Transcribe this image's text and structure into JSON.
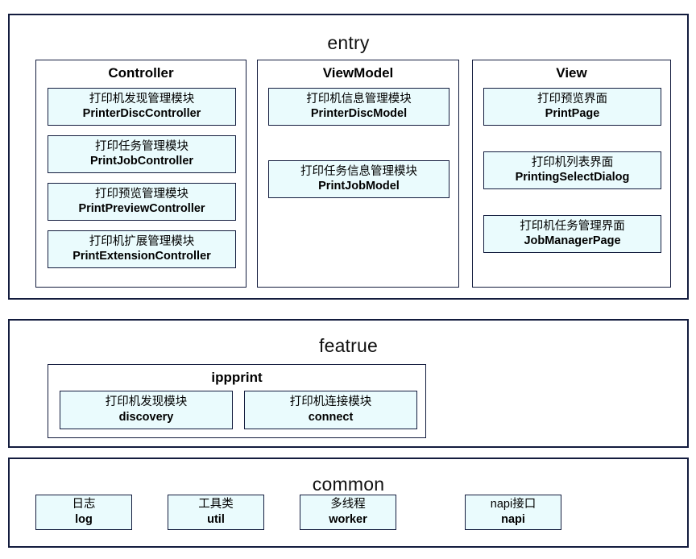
{
  "diagram": {
    "sections": [
      {
        "id": "entry",
        "title": "entry",
        "panels": [
          {
            "id": "controller",
            "title": "Controller",
            "items": [
              {
                "cn": "打印机发现管理模块",
                "en": "PrinterDiscController"
              },
              {
                "cn": "打印任务管理模块",
                "en": "PrintJobController"
              },
              {
                "cn": "打印预览管理模块",
                "en": "PrintPreviewController"
              },
              {
                "cn": "打印机扩展管理模块",
                "en": "PrintExtensionController"
              }
            ]
          },
          {
            "id": "viewmodel",
            "title": "ViewModel",
            "items": [
              {
                "cn": "打印机信息管理模块",
                "en": "PrinterDiscModel"
              },
              {
                "cn": "打印任务信息管理模块",
                "en": "PrintJobModel"
              }
            ]
          },
          {
            "id": "view",
            "title": "View",
            "items": [
              {
                "cn": "打印预览界面",
                "en": "PrintPage"
              },
              {
                "cn": "打印机列表界面",
                "en": "PrintingSelectDialog"
              },
              {
                "cn": "打印机任务管理界面",
                "en": "JobManagerPage"
              }
            ]
          }
        ]
      },
      {
        "id": "featrue",
        "title": "featrue",
        "panels": [
          {
            "id": "ippprint",
            "title": "ippprint",
            "items": [
              {
                "cn": "打印机发现模块",
                "en": "discovery"
              },
              {
                "cn": "打印机连接模块",
                "en": "connect"
              }
            ]
          }
        ]
      },
      {
        "id": "common",
        "title": "common",
        "items": [
          {
            "cn": "日志",
            "en": "log"
          },
          {
            "cn": "工具类",
            "en": "util"
          },
          {
            "cn": "多线程",
            "en": "worker"
          },
          {
            "cn": "napi接口",
            "en": "napi"
          }
        ]
      }
    ]
  },
  "colors": {
    "border": "#131c3e",
    "leaf_fill": "#eafbfd",
    "background": "#ffffff",
    "text": "#000000"
  }
}
